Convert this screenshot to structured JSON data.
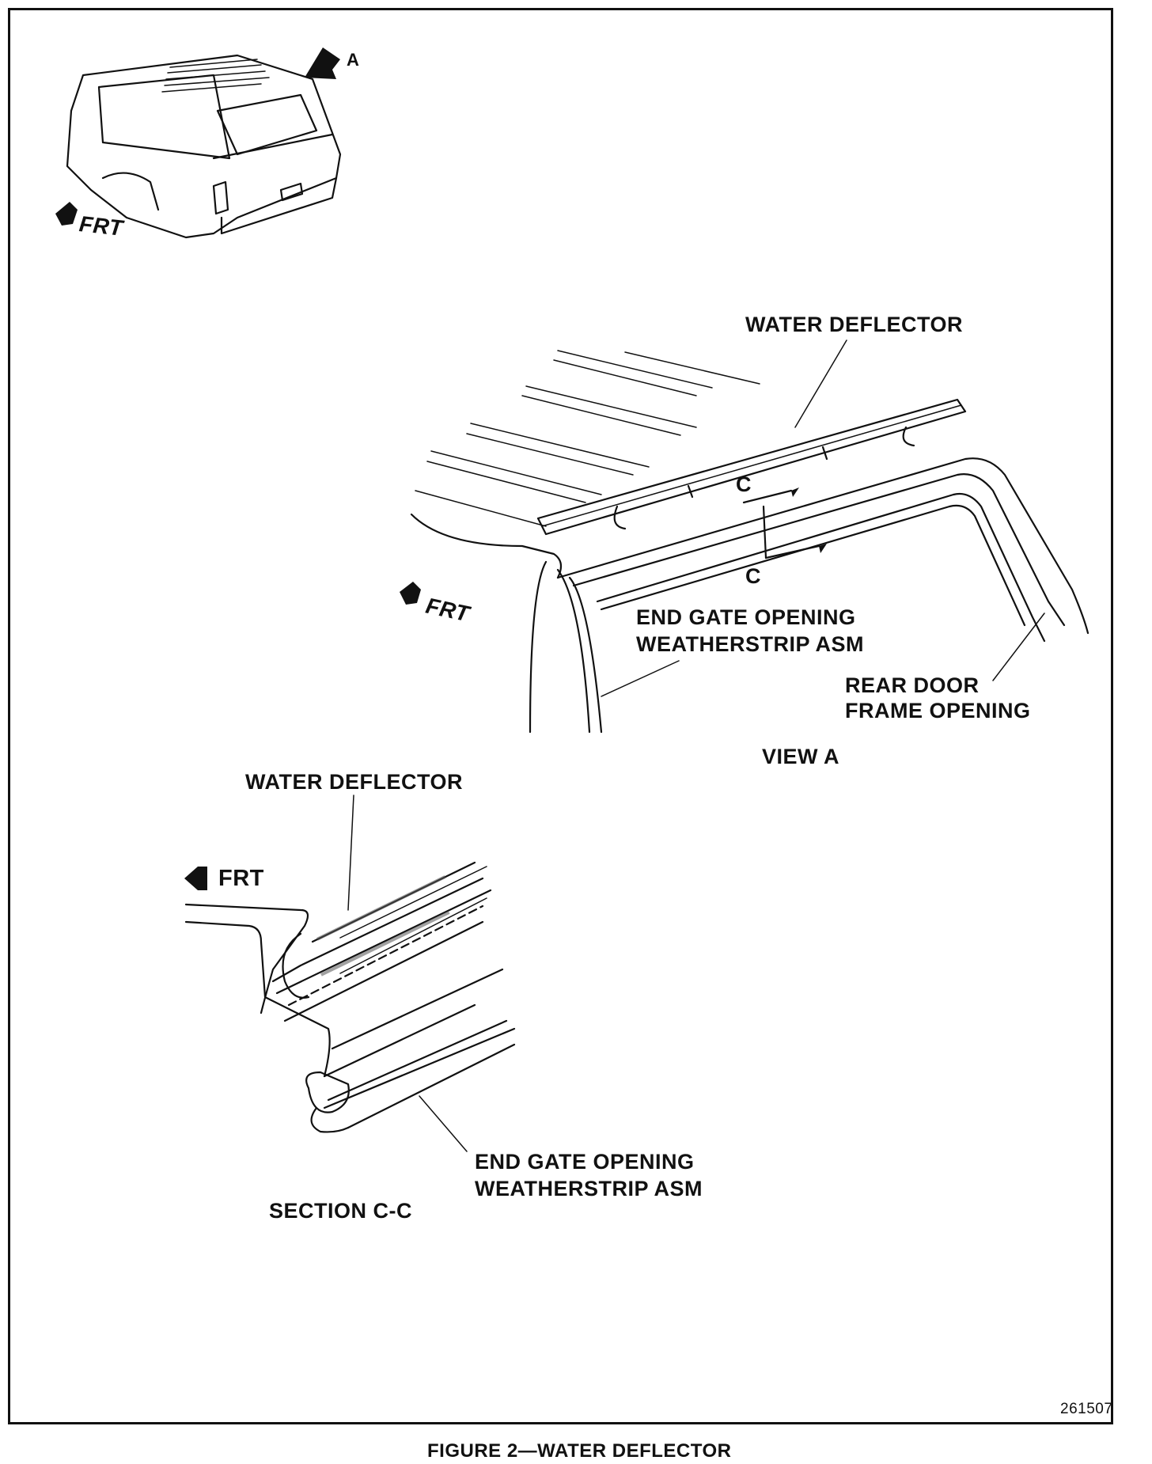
{
  "labels": {
    "view_a_arrow": "A",
    "frt_1": "FRT",
    "frt_2": "FRT",
    "frt_3": "FRT",
    "water_deflector_top": "WATER DEFLECTOR",
    "section_mark_upper": "C",
    "section_mark_lower": "C",
    "end_gate_top_line1": "END GATE OPENING",
    "end_gate_top_line2": "WEATHERSTRIP ASM",
    "rear_door_line1": "REAR DOOR",
    "rear_door_line2": "FRAME OPENING",
    "view_a": "VIEW A",
    "water_deflector_bottom": "WATER DEFLECTOR",
    "end_gate_bottom_line1": "END GATE OPENING",
    "end_gate_bottom_line2": "WEATHERSTRIP ASM",
    "section_cc": "SECTION C-C",
    "figure_number": "261507",
    "caption": "FIGURE 2—WATER DEFLECTOR"
  }
}
